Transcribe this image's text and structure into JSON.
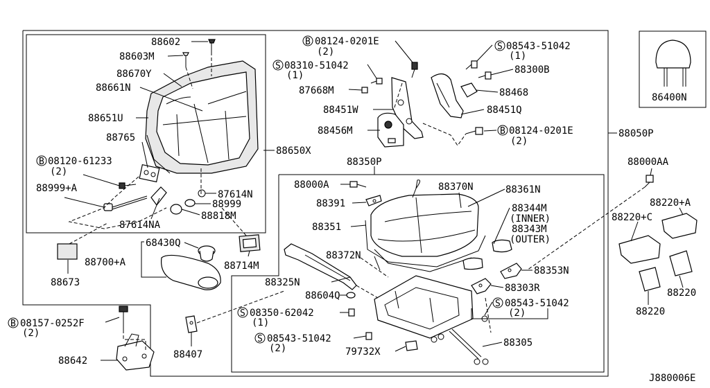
{
  "labels": {
    "p88602": "88602",
    "p88603M": "88603M",
    "p88670Y": "88670Y",
    "p88661N": "88661N",
    "p88651U": "88651U",
    "p88765": "88765",
    "pB08120": "08120-61233",
    "pB08120_qty": "(2)",
    "p88999A": "88999+A",
    "p87614NA": "87614NA",
    "p87614N": "87614N",
    "p88999": "88999",
    "p88818M": "88818M",
    "p88650X": "88650X",
    "p68430Q": "68430Q",
    "p88700A": "88700+A",
    "p88673": "88673",
    "p88714M": "88714M",
    "pB08124a": "08124-0201E",
    "pB08124a_qty": "(2)",
    "pS08310": "08310-51042",
    "pS08310_qty": "(1)",
    "p87668M": "87668M",
    "p88451W": "88451W",
    "p88456M": "88456M",
    "pS08543a": "08543-51042",
    "pS08543a_qty": "(1)",
    "p88300B": "88300B",
    "p88468": "88468",
    "p88451Q": "88451Q",
    "pB08124b": "08124-0201E",
    "pB08124b_qty": "(2)",
    "p88050P": "88050P",
    "p86400N": "86400N",
    "p88350P": "88350P",
    "p88000A": "88000A",
    "p88391": "88391",
    "p88370N": "88370N",
    "p88361N": "88361N",
    "p88351": "88351",
    "p88344M": "88344M",
    "p88344M_note": "(INNER)",
    "p88343M": "88343M",
    "p88343M_note": "(OUTER)",
    "p88372N": "88372N",
    "p88325N": "88325N",
    "p88604Q": "88604Q",
    "pS08350": "08350-62042",
    "pS08350_qty": "(1)",
    "pS08543b": "08543-51042",
    "pS08543b_qty": "(2)",
    "p79732X": "79732X",
    "p88353N": "88353N",
    "p88303R": "88303R",
    "pS08543c": "08543-51042",
    "pS08543c_qty": "(2)",
    "p88305": "88305",
    "p88000AA": "88000AA",
    "p88220A": "88220+A",
    "p88220C": "88220+C",
    "p88220a": "88220",
    "p88220b": "88220",
    "pB08157": "08157-0252F",
    "pB08157_qty": "(2)",
    "p88642": "88642",
    "p88407": "88407",
    "diagram_code": "J880006E"
  },
  "symbols": {
    "bolt_B": "B",
    "screw_S": "S"
  }
}
